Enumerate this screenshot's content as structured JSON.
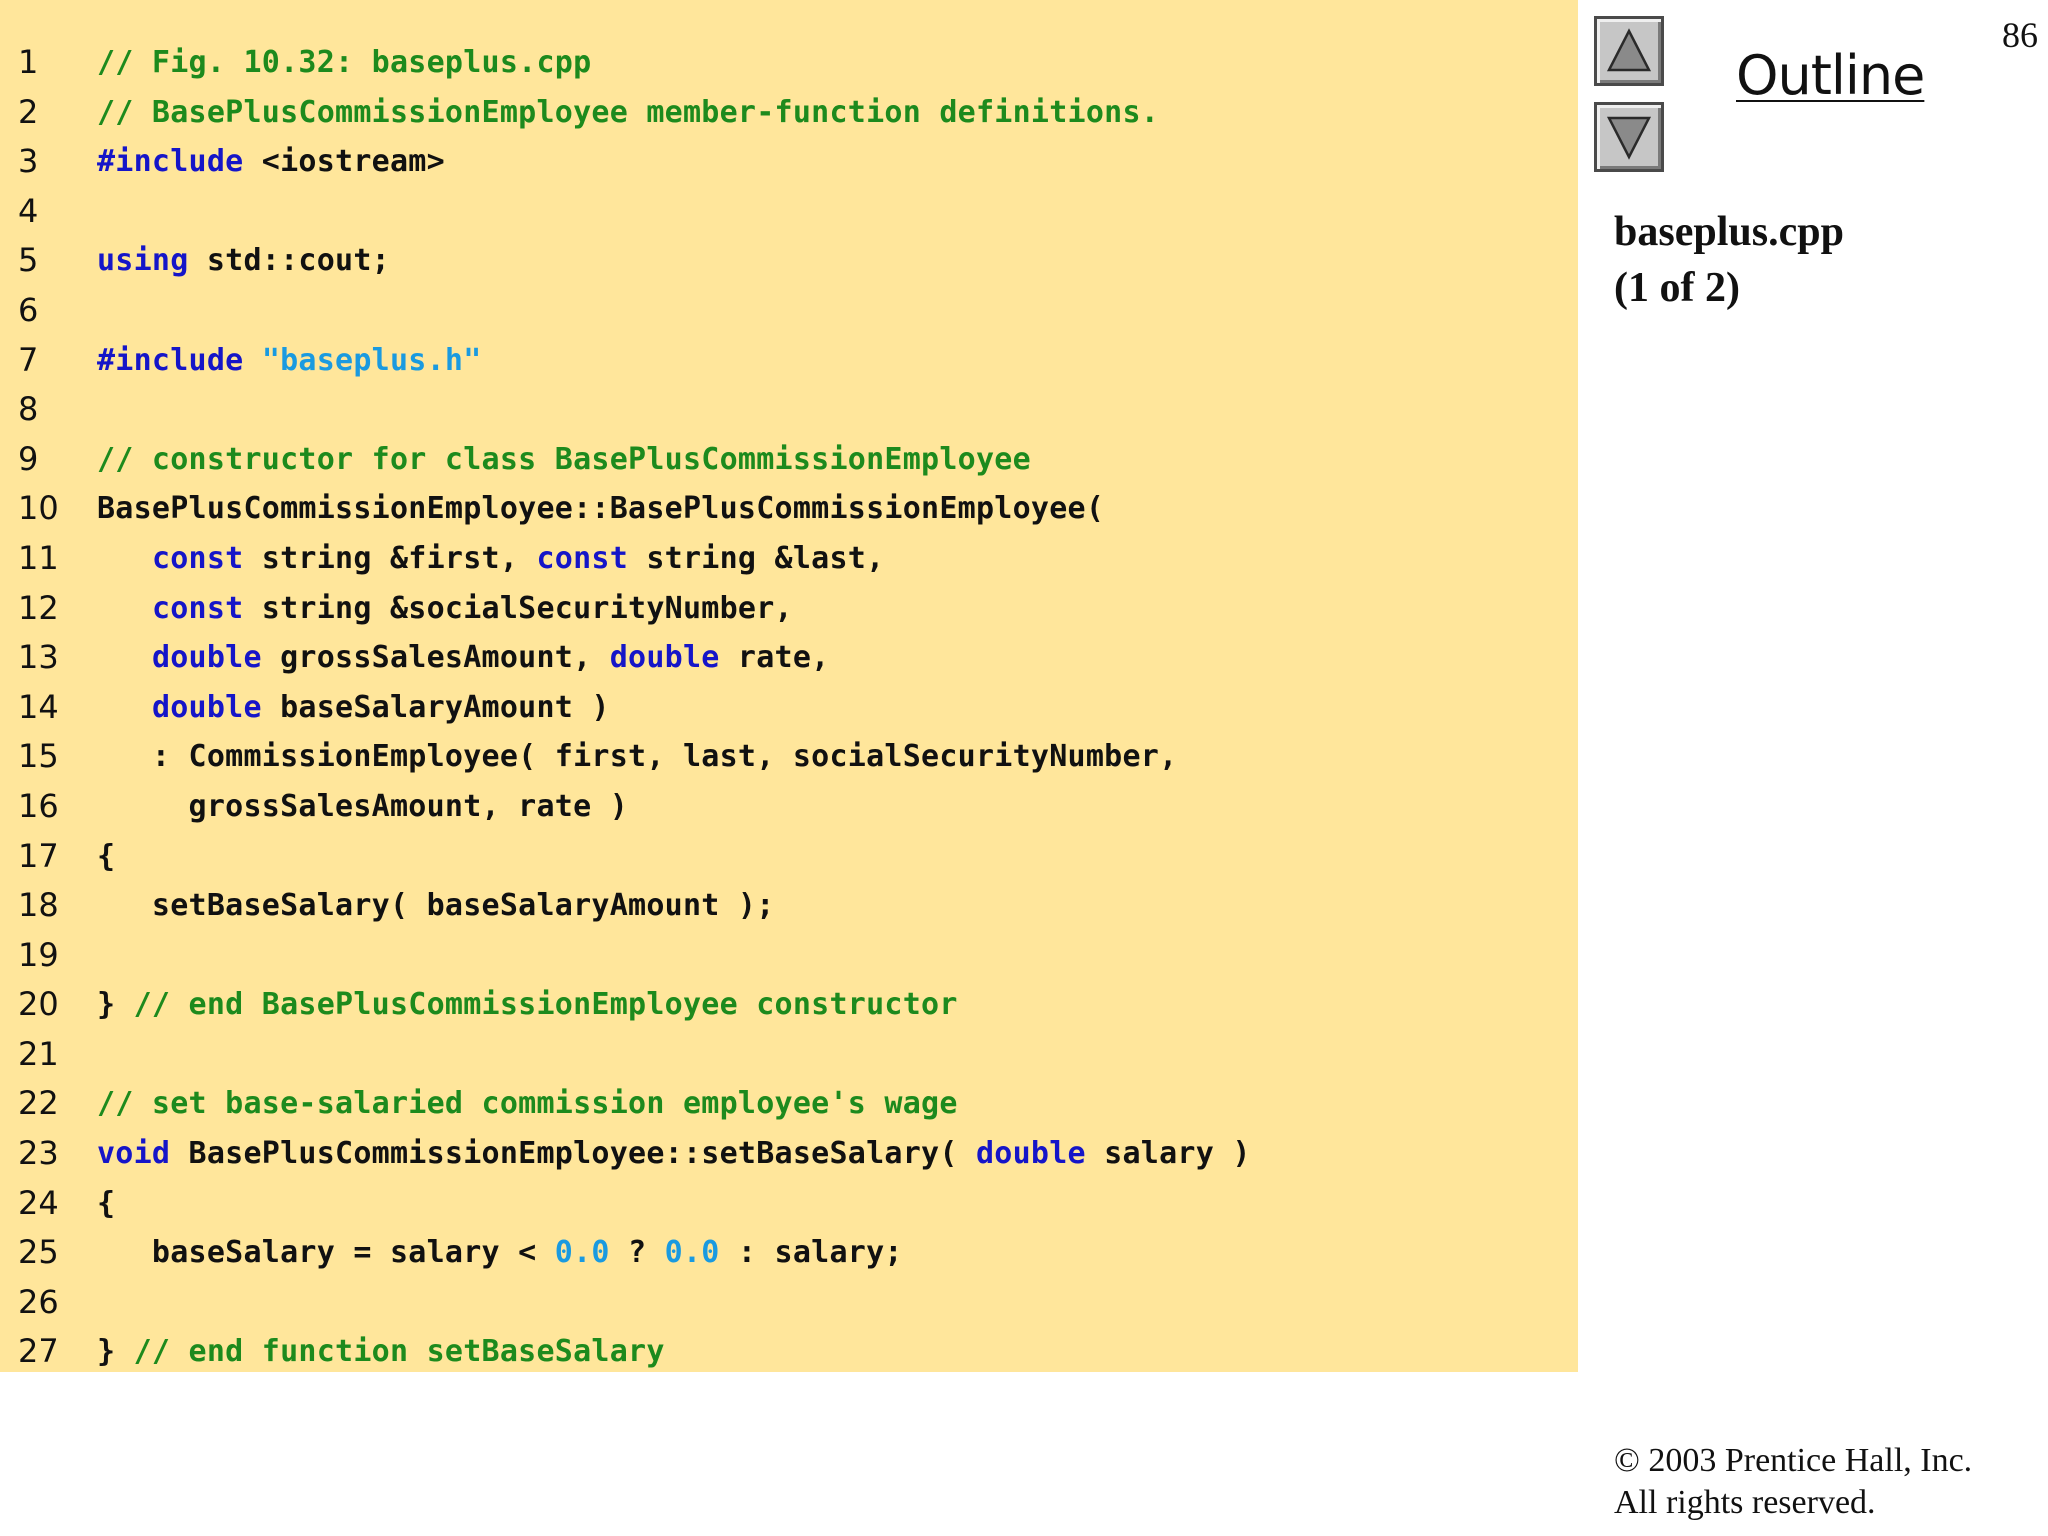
{
  "page_number": "86",
  "outline": {
    "title": "Outline",
    "up_icon": "up-triangle-icon",
    "down_icon": "down-triangle-icon"
  },
  "file_label": {
    "name": "baseplus.cpp",
    "part": "(1 of 2)"
  },
  "copyright": {
    "line1": "© 2003 Prentice Hall, Inc.",
    "line2": "All rights reserved."
  },
  "colors": {
    "code_background": "#ffe69b",
    "comment": "#1d8a1d",
    "keyword": "#1515c8",
    "string_literal": "#1a9ae0",
    "plain": "#111111"
  },
  "code_lines": [
    {
      "num": "1",
      "tokens": [
        {
          "t": "// Fig. 10.32: baseplus.cpp",
          "k": "comment"
        }
      ]
    },
    {
      "num": "2",
      "tokens": [
        {
          "t": "// BasePlusCommissionEmployee member-function definitions.",
          "k": "comment"
        }
      ]
    },
    {
      "num": "3",
      "tokens": [
        {
          "t": "#include",
          "k": "keyword"
        },
        {
          "t": " <iostream>",
          "k": "plain"
        }
      ]
    },
    {
      "num": "4",
      "tokens": []
    },
    {
      "num": "5",
      "tokens": [
        {
          "t": "using",
          "k": "keyword"
        },
        {
          "t": " std::cout;",
          "k": "plain"
        }
      ]
    },
    {
      "num": "6",
      "tokens": []
    },
    {
      "num": "7",
      "tokens": [
        {
          "t": "#include",
          "k": "keyword"
        },
        {
          "t": " ",
          "k": "plain"
        },
        {
          "t": "\"baseplus.h\"",
          "k": "string"
        }
      ]
    },
    {
      "num": "8",
      "tokens": []
    },
    {
      "num": "9",
      "tokens": [
        {
          "t": "// constructor for class BasePlusCommissionEmployee",
          "k": "comment"
        }
      ]
    },
    {
      "num": "10",
      "tokens": [
        {
          "t": "BasePlusCommissionEmployee::BasePlusCommissionEmployee(",
          "k": "plain"
        }
      ]
    },
    {
      "num": "11",
      "tokens": [
        {
          "t": "   ",
          "k": "plain"
        },
        {
          "t": "const",
          "k": "keyword"
        },
        {
          "t": " string &first, ",
          "k": "plain"
        },
        {
          "t": "const",
          "k": "keyword"
        },
        {
          "t": " string &last,",
          "k": "plain"
        }
      ]
    },
    {
      "num": "12",
      "tokens": [
        {
          "t": "   ",
          "k": "plain"
        },
        {
          "t": "const",
          "k": "keyword"
        },
        {
          "t": " string &socialSecurityNumber,",
          "k": "plain"
        }
      ]
    },
    {
      "num": "13",
      "tokens": [
        {
          "t": "   ",
          "k": "plain"
        },
        {
          "t": "double",
          "k": "keyword"
        },
        {
          "t": " grossSalesAmount, ",
          "k": "plain"
        },
        {
          "t": "double",
          "k": "keyword"
        },
        {
          "t": " rate,",
          "k": "plain"
        }
      ]
    },
    {
      "num": "14",
      "tokens": [
        {
          "t": "   ",
          "k": "plain"
        },
        {
          "t": "double",
          "k": "keyword"
        },
        {
          "t": " baseSalaryAmount )",
          "k": "plain"
        }
      ]
    },
    {
      "num": "15",
      "tokens": [
        {
          "t": "   : CommissionEmployee( first, last, socialSecurityNumber,",
          "k": "plain"
        }
      ]
    },
    {
      "num": "16",
      "tokens": [
        {
          "t": "     grossSalesAmount, rate )",
          "k": "plain"
        }
      ]
    },
    {
      "num": "17",
      "tokens": [
        {
          "t": "{",
          "k": "plain"
        }
      ]
    },
    {
      "num": "18",
      "tokens": [
        {
          "t": "   setBaseSalary( baseSalaryAmount );",
          "k": "plain"
        }
      ]
    },
    {
      "num": "19",
      "tokens": []
    },
    {
      "num": "20",
      "tokens": [
        {
          "t": "} ",
          "k": "plain"
        },
        {
          "t": "// end BasePlusCommissionEmployee constructor",
          "k": "comment"
        }
      ]
    },
    {
      "num": "21",
      "tokens": []
    },
    {
      "num": "22",
      "tokens": [
        {
          "t": "// set base-salaried commission employee's wage",
          "k": "comment"
        }
      ]
    },
    {
      "num": "23",
      "tokens": [
        {
          "t": "void",
          "k": "keyword"
        },
        {
          "t": " BasePlusCommissionEmployee::setBaseSalary( ",
          "k": "plain"
        },
        {
          "t": "double",
          "k": "keyword"
        },
        {
          "t": " salary )",
          "k": "plain"
        }
      ]
    },
    {
      "num": "24",
      "tokens": [
        {
          "t": "{",
          "k": "plain"
        }
      ]
    },
    {
      "num": "25",
      "tokens": [
        {
          "t": "   baseSalary = salary < ",
          "k": "plain"
        },
        {
          "t": "0.0",
          "k": "number"
        },
        {
          "t": " ? ",
          "k": "plain"
        },
        {
          "t": "0.0",
          "k": "number"
        },
        {
          "t": " : salary;",
          "k": "plain"
        }
      ]
    },
    {
      "num": "26",
      "tokens": []
    },
    {
      "num": "27",
      "tokens": [
        {
          "t": "} ",
          "k": "plain"
        },
        {
          "t": "// end function setBaseSalary",
          "k": "comment"
        }
      ]
    }
  ]
}
